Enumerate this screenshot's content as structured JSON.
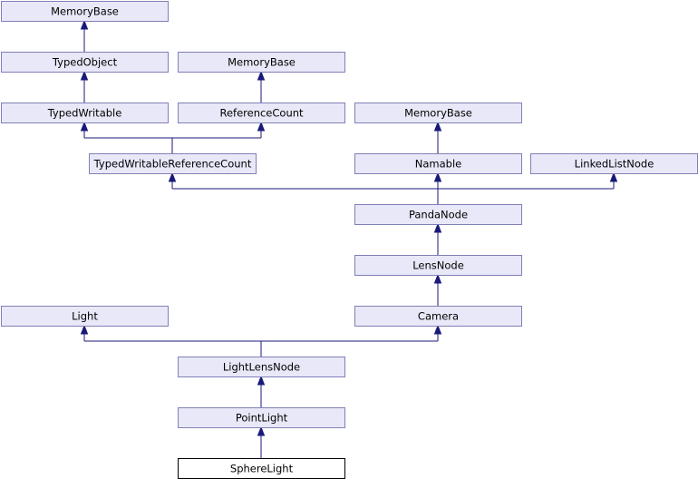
{
  "diagram": {
    "nodes": [
      {
        "id": "mb1",
        "label": "MemoryBase"
      },
      {
        "id": "typedobject",
        "label": "TypedObject"
      },
      {
        "id": "mb2",
        "label": "MemoryBase"
      },
      {
        "id": "typedwritable",
        "label": "TypedWritable"
      },
      {
        "id": "referencecount",
        "label": "ReferenceCount"
      },
      {
        "id": "mb3",
        "label": "MemoryBase"
      },
      {
        "id": "twrc",
        "label": "TypedWritableReferenceCount"
      },
      {
        "id": "namable",
        "label": "Namable"
      },
      {
        "id": "linkedlistnode",
        "label": "LinkedListNode"
      },
      {
        "id": "pandanode",
        "label": "PandaNode"
      },
      {
        "id": "lensnode",
        "label": "LensNode"
      },
      {
        "id": "light",
        "label": "Light"
      },
      {
        "id": "camera",
        "label": "Camera"
      },
      {
        "id": "lightlensnode",
        "label": "LightLensNode"
      },
      {
        "id": "pointlight",
        "label": "PointLight"
      },
      {
        "id": "spherelight",
        "label": "SphereLight"
      }
    ],
    "edges": [
      {
        "from": "typedobject",
        "to": "mb1"
      },
      {
        "from": "typedwritable",
        "to": "typedobject"
      },
      {
        "from": "referencecount",
        "to": "mb2"
      },
      {
        "from": "twrc",
        "to": "typedwritable"
      },
      {
        "from": "twrc",
        "to": "referencecount"
      },
      {
        "from": "namable",
        "to": "mb3"
      },
      {
        "from": "pandanode",
        "to": "twrc"
      },
      {
        "from": "pandanode",
        "to": "namable"
      },
      {
        "from": "pandanode",
        "to": "linkedlistnode"
      },
      {
        "from": "lensnode",
        "to": "pandanode"
      },
      {
        "from": "camera",
        "to": "lensnode"
      },
      {
        "from": "lightlensnode",
        "to": "light"
      },
      {
        "from": "lightlensnode",
        "to": "camera"
      },
      {
        "from": "pointlight",
        "to": "lightlensnode"
      },
      {
        "from": "spherelight",
        "to": "pointlight"
      }
    ],
    "current_node": "spherelight"
  }
}
